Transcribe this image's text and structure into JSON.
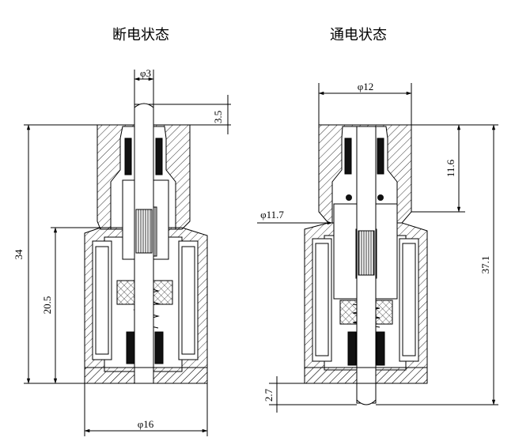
{
  "left_view": {
    "title": "断电状态",
    "dims": {
      "pin_dia": "φ3",
      "pin_protrusion": "3.5",
      "total_height": "34",
      "lower_height": "20.5",
      "base_dia": "φ16"
    }
  },
  "right_view": {
    "title": "通电状态",
    "dims": {
      "top_dia": "φ12",
      "upper_height": "11.6",
      "inner_dia": "φ11.7",
      "total_height": "37.1",
      "pin_extension": "2.7"
    }
  }
}
